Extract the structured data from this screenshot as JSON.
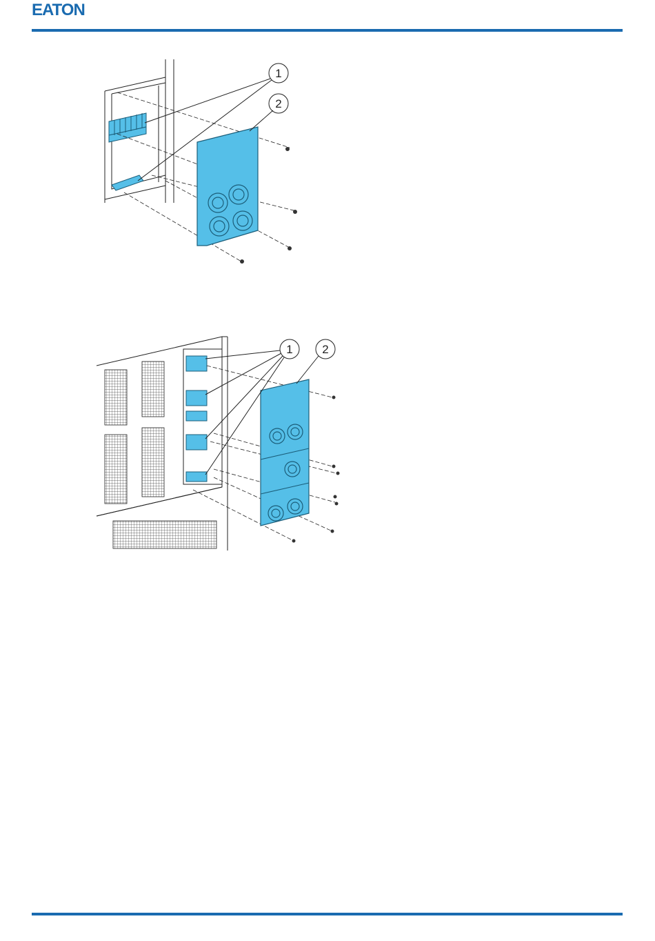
{
  "brand": {
    "logo_text": "EATON",
    "color": "#1a6bb0"
  },
  "figure_1": {
    "callout_1": "1",
    "callout_2": "2"
  },
  "figure_2": {
    "callout_1": "1",
    "callout_2": "2"
  },
  "colors": {
    "part_fill": "#55bfe8",
    "part_stroke": "#1b5d79",
    "line": "#222222",
    "rule": "#1a6bb0"
  }
}
